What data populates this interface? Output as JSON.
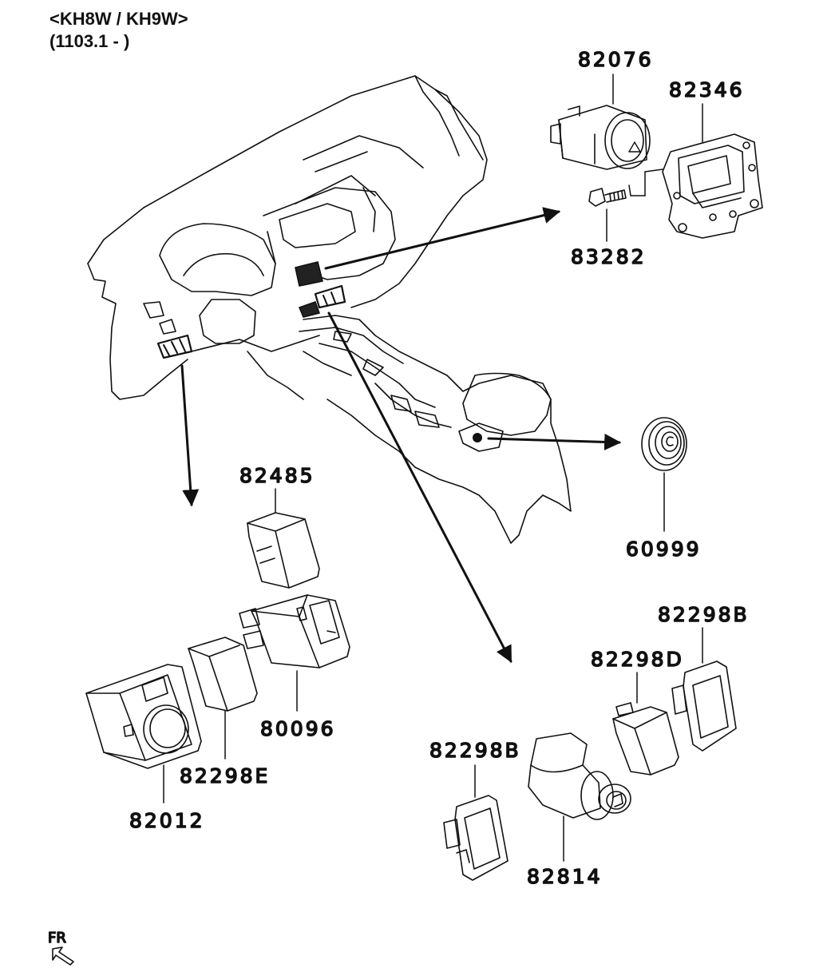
{
  "header": {
    "model_line": "<KH8W / KH9W>",
    "date_line": "(1103.1 - )"
  },
  "parts": {
    "p82076": "82076",
    "p82346": "82346",
    "p83282": "83282",
    "p82485": "82485",
    "p80096": "80096",
    "p82298E": "82298E",
    "p82012": "82012",
    "p60999": "60999",
    "p82298B_upper": "82298B",
    "p82298D": "82298D",
    "p82298B_lower": "82298B",
    "p82814": "82814"
  },
  "direction": {
    "label": "FR"
  }
}
